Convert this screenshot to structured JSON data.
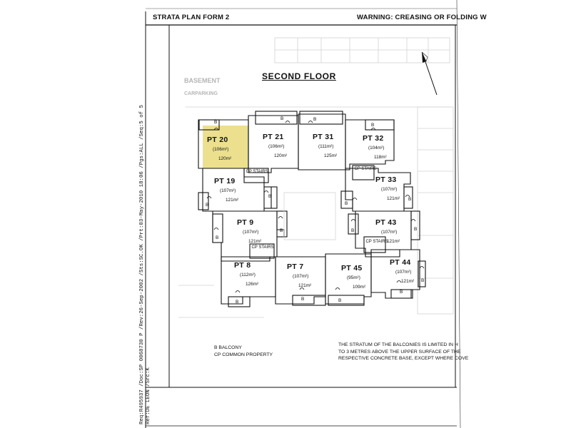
{
  "header": {
    "form_title": "STRATA PLAN FORM 2",
    "warning": "WARNING: CREASING OR FOLDING W"
  },
  "sidebar": {
    "line1": "Req:R495937 /Doc:SP 0068730 P /Rev:26-Sep-2002 /Sts:SC.OK /Prt:03-May-2010 18:06 /Pgs:ALL /Seq:5 of 5",
    "line2": "Ref:DE LEON /Src:K"
  },
  "plan": {
    "title": "SECOND FLOOR",
    "faded_labels": [
      "BASEMENT",
      "CARPARKING"
    ],
    "lots": [
      {
        "lot": "PT 20",
        "area": "(106m²)",
        "total": "120m²",
        "highlighted": true
      },
      {
        "lot": "PT 21",
        "area": "(106m²)",
        "total": "120m²"
      },
      {
        "lot": "PT 31",
        "area": "(111m²)",
        "total": "125m²"
      },
      {
        "lot": "PT 32",
        "area": "(104m²)",
        "total": "118m²"
      },
      {
        "lot": "PT 19",
        "area": "(107m²)",
        "total": "121m²"
      },
      {
        "lot": "PT 33",
        "area": "(107m²)",
        "total": "121m²"
      },
      {
        "lot": "PT 9",
        "area": "(107m²)",
        "total": "121m²"
      },
      {
        "lot": "PT 43",
        "area": "(107m²)",
        "total": "121m²"
      },
      {
        "lot": "PT 8",
        "area": "(112m²)",
        "total": "126m²"
      },
      {
        "lot": "PT 7",
        "area": "(107m²)",
        "total": "121m²"
      },
      {
        "lot": "PT 45",
        "area": "(95m²)",
        "total": "109m²"
      },
      {
        "lot": "PT 44",
        "area": "(107m²)",
        "total": "121m²"
      }
    ],
    "cp_stairs": "CP STAIRS",
    "balcony_mark": "B",
    "highlight_color": "#ece08e"
  },
  "legend": {
    "b": "B   BALCONY",
    "cp": "CP  COMMON PROPERTY"
  },
  "note": {
    "line1": "THE STRATUM OF THE BALCONIES IS LIMITED IN H",
    "line2": "TO 3 METRES ABOVE THE UPPER SURFACE OF THE",
    "line3": "RESPECTIVE CONCRETE BASE, EXCEPT WHERE COVE"
  }
}
